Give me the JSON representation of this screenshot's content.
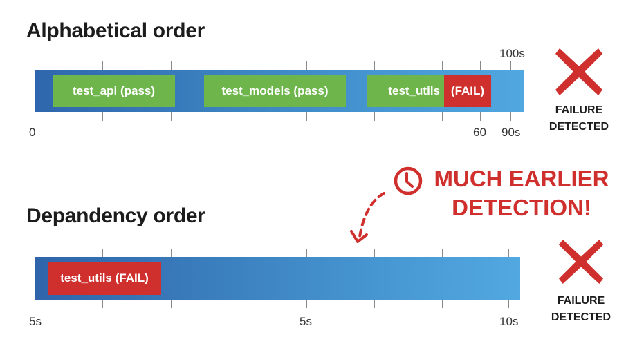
{
  "sections": {
    "alphabetical": {
      "title": "Alphabetical order",
      "blocks": [
        {
          "label": "test_api (pass)",
          "status": "pass"
        },
        {
          "label": "test_models (pass)",
          "status": "pass"
        },
        {
          "label": "test_utils",
          "status": "pass-part"
        },
        {
          "label": "(FAIL)",
          "status": "fail"
        }
      ],
      "axis_labels": {
        "start": "0",
        "t60": "60",
        "t90": "90s",
        "t100": "100s"
      },
      "result": {
        "line1": "FAILURE",
        "line2": "DETECTED",
        "icon": "red-x-icon"
      }
    },
    "dependency": {
      "title": "Depandency order",
      "blocks": [
        {
          "label": "test_utils (FAIL)",
          "status": "fail"
        }
      ],
      "axis_labels": {
        "start": "5s",
        "mid": "5s",
        "end": "10s"
      },
      "result": {
        "line1": "FAILURE",
        "line2": "DETECTED",
        "icon": "red-x-icon"
      }
    }
  },
  "callout": {
    "line1": "MUCH EARLIER",
    "line2": "DETECTION!",
    "icon": "clock-icon",
    "arrow": "dashed-curved-arrow"
  },
  "colors": {
    "pass": "#6eb64b",
    "fail": "#d0302d",
    "bar_dark": "#2f66ad",
    "bar_light": "#51a7df",
    "text": "#1c1c1c"
  }
}
